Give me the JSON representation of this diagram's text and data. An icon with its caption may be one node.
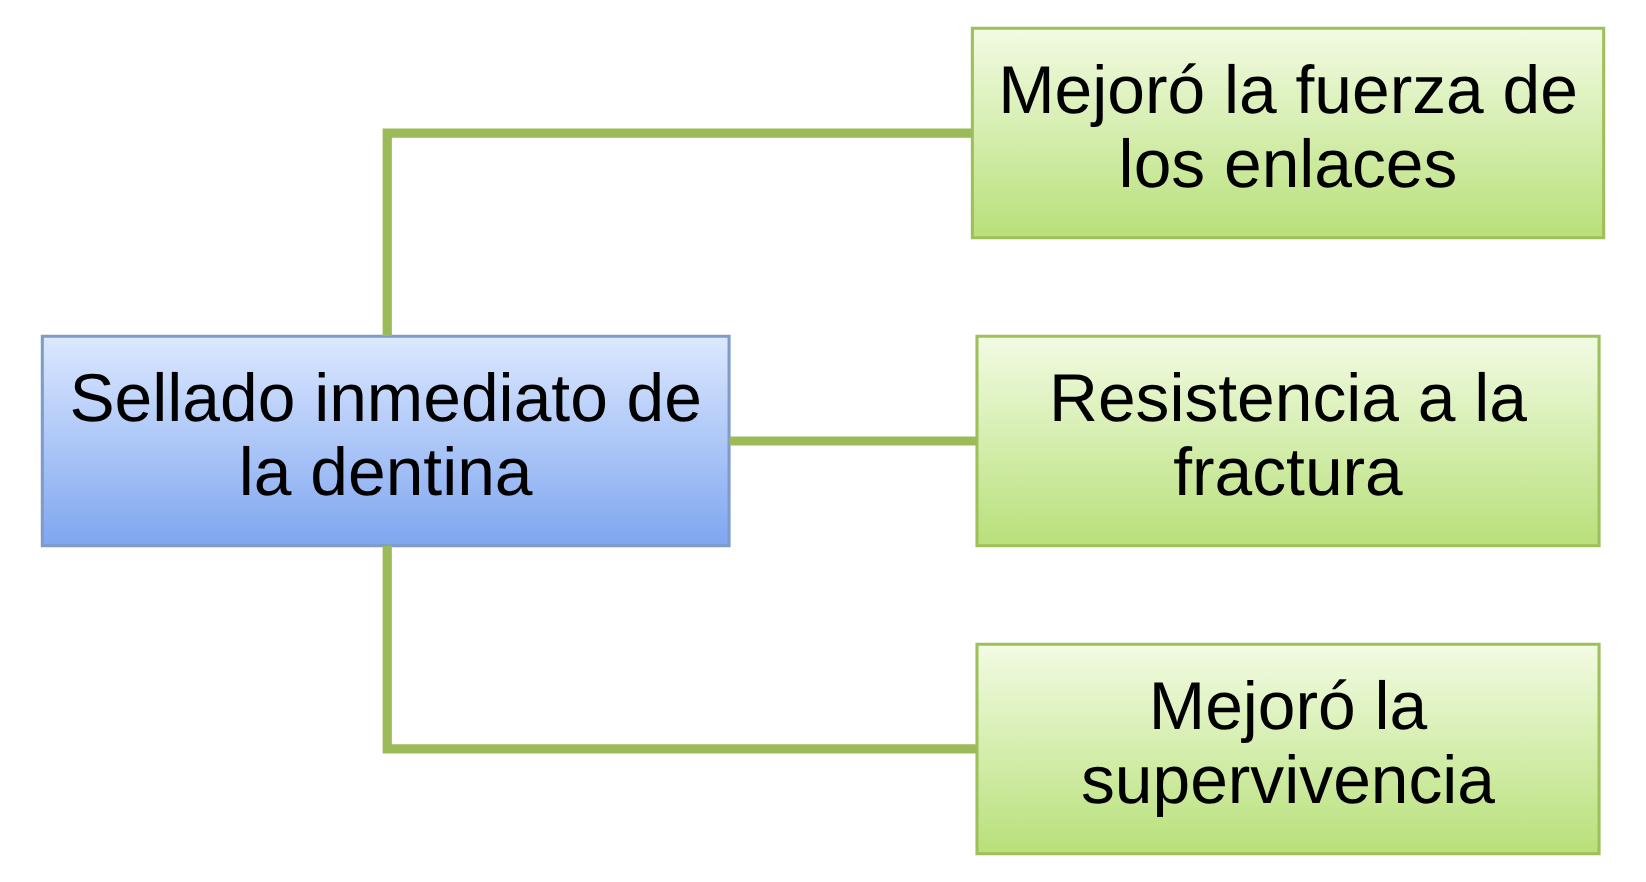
{
  "diagram": {
    "nodes": [
      {
        "text": [
          "Sellado inmediato de la dentina"
        ]
      },
      {
        "text": [
          "Mejoró la fuerza de los enlaces"
        ]
      },
      {
        "text": [
          "Resistencia a la fractura"
        ]
      },
      {
        "text": [
          "Mejoró la supervivencia"
        ]
      }
    ],
    "edges": [
      {
        "from": 0,
        "to": 1,
        "arrow": "none"
      },
      {
        "from": 0,
        "to": 2,
        "arrow": "none"
      },
      {
        "from": 0,
        "to": 3,
        "arrow": "none"
      }
    ]
  }
}
